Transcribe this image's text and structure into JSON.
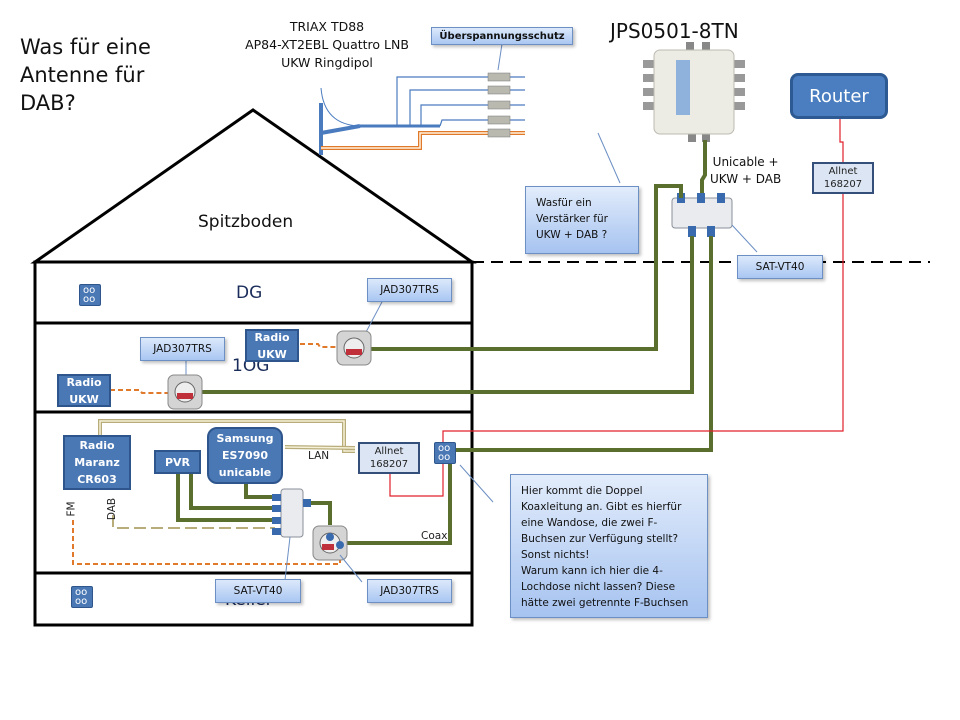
{
  "question": "Was für eine\nAntenne für\nDAB?",
  "antenna": {
    "title": "TRIAX TD88\nAP84-XT2EBL Quattro LNB\nUKW Ringdipol",
    "surge_label": "Überspannungsschutz"
  },
  "multiswitch": {
    "title": "JPS0501-8TN",
    "output_label": "Unicable +\nUKW + DAB"
  },
  "router": {
    "label": "Router"
  },
  "allnet_top": {
    "label": "Allnet\n168207"
  },
  "amplifier_question": "Wasfür ein\nVerstärker für\nUKW + DAB ?",
  "splitter_top_label": "SAT-VT40",
  "floors": {
    "attic": "Spitzboden",
    "dg": "DG",
    "og": "1OG",
    "keller": "Keller"
  },
  "dg": {
    "socket_label": "JAD307TRS"
  },
  "og": {
    "socket_label": "JAD307TRS",
    "radio1": "Radio\nUKW",
    "radio2": "Radio\nUKW"
  },
  "eg": {
    "radio": "Radio\nMaranz\nCR603",
    "pvr": "PVR",
    "tv": "Samsung\nES7090\nunicable",
    "allnet": "Allnet\n168207",
    "lan_label": "LAN",
    "coax_label": "Coax",
    "fm_label": "FM",
    "dab_label": "DAB",
    "splitter_label": "SAT-VT40",
    "socket_label": "JAD307TRS"
  },
  "note": "Hier kommt die Doppel\nKoaxleitung an. Gibt es hierfür\neine Wandose, die zwei F-\nBuchsen zur Verfügung stellt?\nSonst nichts!\nWarum kann ich hier die 4-\nLochdose nicht lassen? Diese\nhätte zwei getrennte F-Buchsen",
  "colors": {
    "coax": "#5a6e2e",
    "lan": "#b8ad7a",
    "ukw": "#e07a2a",
    "ethernet_red": "#e0202a",
    "device_blue": "#4a78b5",
    "antenna_blue": "#4a7bbf"
  }
}
